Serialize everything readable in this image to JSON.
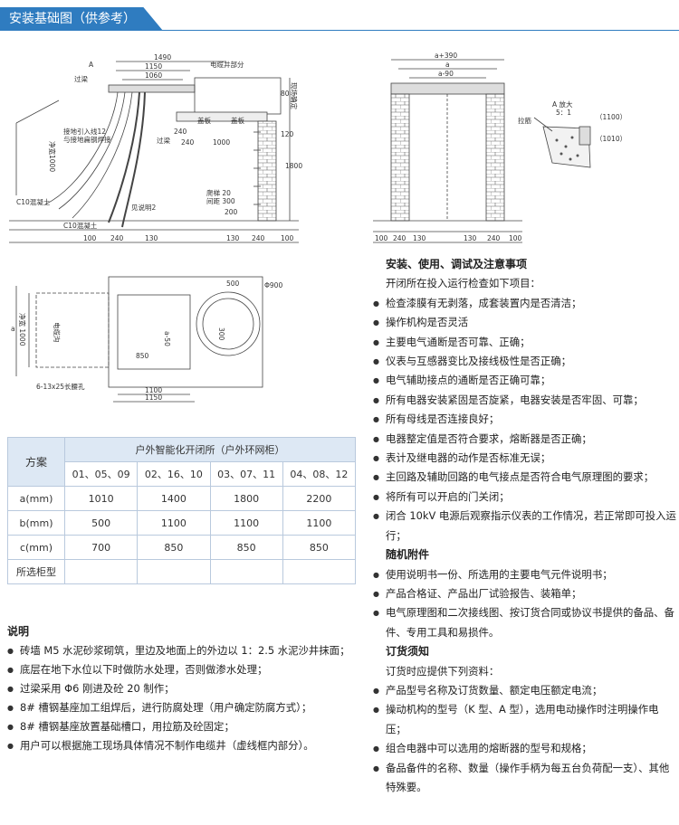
{
  "header": {
    "title": "安装基础图（供参考）"
  },
  "drawing_labels": {
    "d1490": "1490",
    "d1150": "1150",
    "d1060": "1060",
    "dA": "A",
    "guoliang1": "过梁",
    "cable_well": "电缆井部分",
    "site_note": "现场确定",
    "d80": "80",
    "d240a": "240",
    "d120": "120",
    "d240b": "240",
    "guoliang2": "过梁",
    "d1000": "1000",
    "d1800": "1800",
    "cover1": "盖板",
    "cover2": "盖板",
    "jingkuan1000": "净宽1000",
    "ground_note": "接地引入线12",
    "ground_note2": "与接地扁钢焊接",
    "c10a": "C10混凝土",
    "c10b": "C10混凝土",
    "see_note2": "见说明2",
    "ladder": "爬梯 20",
    "ladder2": "间距 300",
    "d200": "200",
    "d100a": "100",
    "d240c": "240",
    "d130a": "130",
    "d130b": "130",
    "d240d": "240",
    "d100b": "100",
    "top_a390": "a+390",
    "top_a": "a",
    "top_a90": "a-90",
    "r100a": "100",
    "r240a": "240",
    "r130a": "130",
    "r130b": "130",
    "r240b": "240",
    "r100b": "100",
    "detail_a": "A 放大",
    "detail_scale": "5：1",
    "detail_1100": "（1100）",
    "detail_1010": "（1010）",
    "lajin": "拉筋",
    "p500": "500",
    "p900": "Φ900",
    "pa": "a",
    "pjk": "净宽 1000",
    "pcable": "电缆沟",
    "pa50": "a-50",
    "p300": "300",
    "p850": "850",
    "pbolt": "6-13x25长腰孔",
    "p1100": "1100",
    "p1150": "1150"
  },
  "table": {
    "scheme": "方案",
    "group_title": "户外智能化开闭所（户外环网柜）",
    "cols": [
      "01、05、09",
      "02、16、10",
      "03、07、11",
      "04、08、12"
    ],
    "rows": [
      {
        "label": "a(mm)",
        "values": [
          "1010",
          "1400",
          "1800",
          "2200"
        ]
      },
      {
        "label": "b(mm)",
        "values": [
          "500",
          "1100",
          "1100",
          "1100"
        ]
      },
      {
        "label": "c(mm)",
        "values": [
          "700",
          "850",
          "850",
          "850"
        ]
      },
      {
        "label": "所选柜型",
        "values": [
          "",
          "",
          "",
          ""
        ]
      }
    ]
  },
  "notes_left": {
    "title": "说明",
    "items": [
      "砖墙 M5 水泥砂浆砌筑，里边及地面上的外边以 1：2.5 水泥沙井抹面；",
      "底层在地下水位以下时做防水处理，否则做渗水处理；",
      "过梁采用 Φ6 刚进及砼 20 制作；",
      "8# 槽钢基座加工组焊后，进行防腐处理（用户确定防腐方式）；",
      "8# 槽钢基座放置基础槽口，用拉筋及砼固定；",
      "用户可以根据施工现场具体情况不制作电缆井（虚线框内部分）。"
    ]
  },
  "notes_right": {
    "title1": "安装、使用、调试及注意事项",
    "intro": "开闭所在投入运行检查如下项目：",
    "items1": [
      "检查漆膜有无剥落，成套装置内是否清洁；",
      "操作机构是否灵活",
      "主要电气通断是否可靠、正确；",
      "仪表与互感器变比及接线极性是否正确；",
      "电气辅助接点的通断是否正确可靠；",
      "所有电器安装紧固是否旋紧，电器安装是否牢固、可靠；",
      "所有母线是否连接良好；",
      "电器整定值是否符合要求，熔断器是否正确；",
      "表计及继电器的动作是否标准无误；",
      "主回路及辅助回路的电气接点是否符合电气原理图的要求；",
      "将所有可以开启的门关闭；",
      "闭合 10kV 电源后观察指示仪表的工作情况，若正常即可投入运行；"
    ],
    "title2": "随机附件",
    "items2": [
      "使用说明书一份、所选用的主要电气元件说明书；",
      "产品合格证、产品出厂试验报告、装箱单；",
      "电气原理图和二次接线图、按订货合同或协议书提供的备品、备件、专用工具和易损件。"
    ],
    "title3": "订货须知",
    "intro3": "订货时应提供下列资料：",
    "items3": [
      "产品型号名称及订货数量、额定电压额定电流；",
      "操动机构的型号（K 型、A 型），选用电动操作时注明操作电压；",
      "组合电器中可以选用的熔断器的型号和规格；",
      "备品备件的名称、数量（操作手柄为每五台负荷配一支）、其他特殊要。"
    ]
  },
  "colors": {
    "accent": "#2f7cc0",
    "table_header": "#dde8f4",
    "table_border": "#b9c9dd"
  }
}
